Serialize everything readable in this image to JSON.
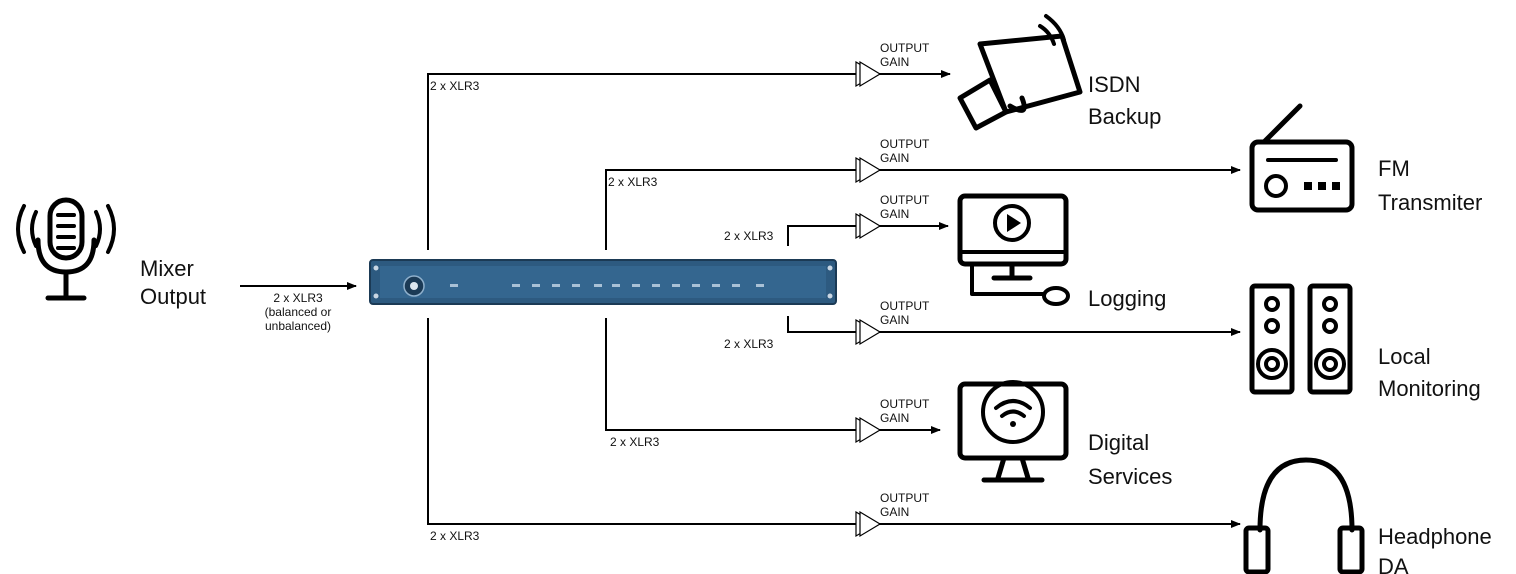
{
  "source": {
    "label_line1": "Mixer",
    "label_line2": "Output",
    "icon": "microphone-icon"
  },
  "input_cable": {
    "line1": "2 x XLR3",
    "line2": "(balanced or",
    "line3": "unbalanced)"
  },
  "device": {
    "name": "rack-unit",
    "color": "#2d5a80"
  },
  "gain_label": {
    "line1": "OUTPUT",
    "line2": "GAIN"
  },
  "cable_label": "2 x XLR3",
  "destinations": [
    {
      "id": "isdn",
      "line1": "ISDN",
      "line2": "Backup",
      "icon": "megaphone-icon"
    },
    {
      "id": "fm",
      "line1": "FM",
      "line2": "Transmiter",
      "icon": "radio-icon"
    },
    {
      "id": "logging",
      "line1": "Logging",
      "line2": "",
      "icon": "computer-icon"
    },
    {
      "id": "local",
      "line1": "Local",
      "line2": "Monitoring",
      "icon": "speakers-icon"
    },
    {
      "id": "digital",
      "line1": "Digital",
      "line2": "Services",
      "icon": "wifi-monitor-icon"
    },
    {
      "id": "headphone",
      "line1": "Headphone",
      "line2": "DA",
      "icon": "headphones-icon"
    }
  ]
}
